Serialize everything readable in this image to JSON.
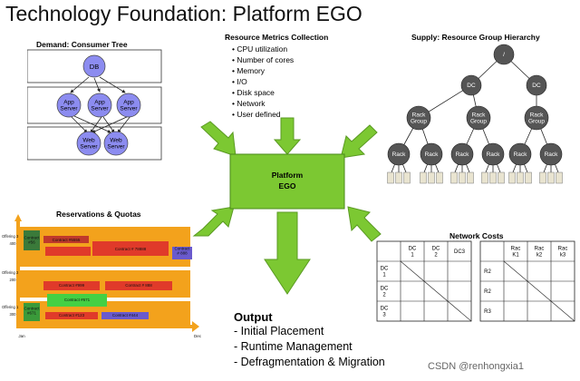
{
  "title": "Technology Foundation: Platform EGO",
  "consumer_tree": {
    "title": "Demand: Consumer Tree",
    "root": "DB",
    "app_nodes": [
      "App\nServer",
      "App\nServer",
      "App\nServer"
    ],
    "web_nodes": [
      "Web\nServer",
      "Web\nServer"
    ]
  },
  "metrics": {
    "title": "Resource Metrics Collection",
    "items": [
      "CPU utilization",
      "Number of cores",
      "Memory",
      "I/O",
      "Disk space",
      "Network",
      "User defined"
    ]
  },
  "supply": {
    "title": "Supply: Resource Group Hierarchy",
    "root": "/",
    "dc": [
      "DC",
      "DC"
    ],
    "rack_group": "Rack\nGroup",
    "rack": "Rack"
  },
  "platform": {
    "label_line1": "Platform",
    "label_line2": "EGO"
  },
  "reservations": {
    "title": "Reservations & Quotas",
    "offerings": [
      "Offering 3",
      "Offering 2",
      "Offering 1"
    ],
    "levels": [
      "400",
      "200",
      "300"
    ],
    "contracts": [
      "Contract\n#56",
      "Contract #5555",
      "Contract # 78888",
      "Contract\n# 888",
      "Contract #999",
      "Contract # 888",
      "Contract #671",
      "Contract\n#671",
      "Contract #123",
      "Contract #444"
    ],
    "months": [
      "Jan",
      "Dec"
    ]
  },
  "network": {
    "title": "Network Costs",
    "dc_table": {
      "cols": [
        "DC\n1",
        "DC\n2",
        "DC3"
      ],
      "rows": [
        "DC\n1",
        "DC\n2",
        "DC\n3"
      ]
    },
    "rack_table": {
      "cols": [
        "Rac\nK1",
        "Rac\nk2",
        "Rac\nk3"
      ],
      "rows": [
        "R2",
        "R2",
        "R3"
      ]
    }
  },
  "output": {
    "title": "Output",
    "items": [
      "Initial Placement",
      "Runtime Management",
      "Defragmentation & Migration"
    ]
  },
  "colors": {
    "arrow": "#7cc832",
    "arrow_edge": "#5a9a22",
    "node": "#8c8cf0",
    "rack": "#555555",
    "orange": "#f3a21c"
  },
  "watermark": "CSDN @renhongxia1"
}
